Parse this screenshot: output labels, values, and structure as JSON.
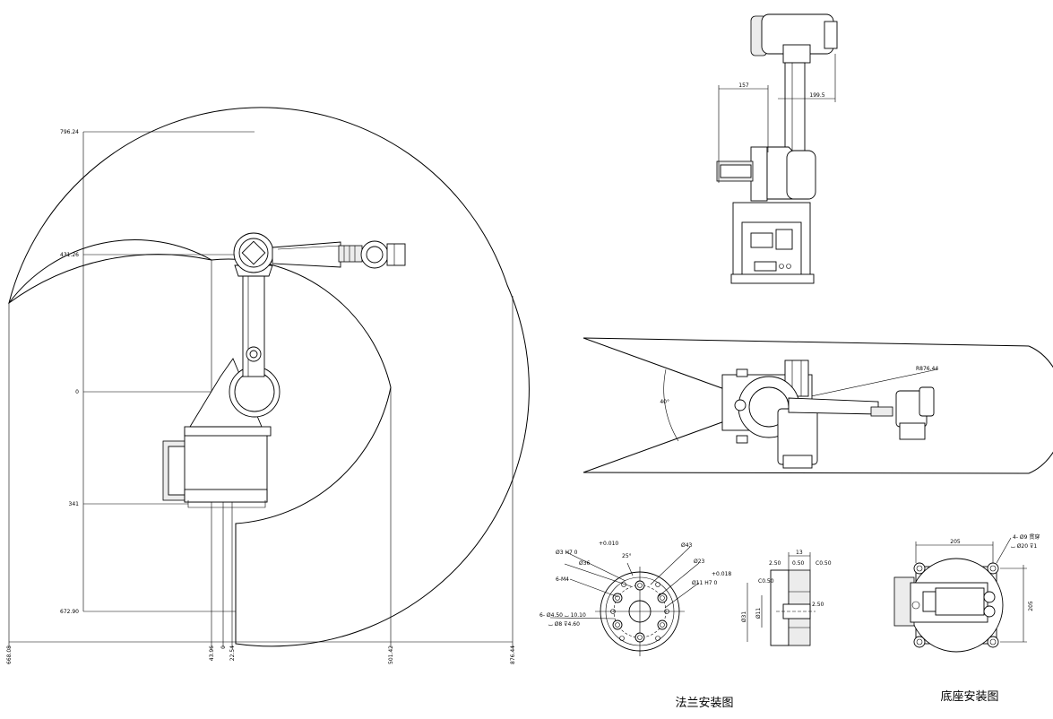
{
  "side_view": {
    "y_labels": {
      "top": "796.24",
      "wrist": "431.26",
      "origin": "0",
      "base": "341",
      "bottom": "672.90"
    },
    "x_labels": {
      "left": "668.08",
      "a": "43.96",
      "b": "0",
      "c": "22.54",
      "d": "501.42",
      "right": "876.44"
    }
  },
  "front_view": {
    "left_dim": "157",
    "right_dim": "199.5"
  },
  "top_view": {
    "radius": "R876.44",
    "angle": "40°"
  },
  "flange": {
    "caption": "法兰安装图",
    "labels": {
      "bore_tol": "+0.010",
      "bore": "Ø3 H7  0",
      "angle": "25°",
      "pcd_outer": "Ø43",
      "pcd_inner": "Ø36",
      "pcd_small": "Ø23",
      "thread": "6-M4",
      "pin_tol": "+0.018",
      "pin": "Ø11 H7  0",
      "cbore": "6- Ø4.50 ⌴ 10.10",
      "cbore2": "⌴ Ø8 ⊽4.60",
      "side_13": "13",
      "side_250a": "2.50",
      "side_050a": "0.50",
      "side_c050": "C0.50",
      "side_c050b": "C0.50",
      "side_250b": "2.50",
      "side_d31": "Ø31",
      "side_d11": "Ø11"
    }
  },
  "base": {
    "caption": "底座安装图",
    "labels": {
      "width": "205",
      "height": "205",
      "hole": "4- Ø9 贯穿",
      "hole2": "⌴ Ø20 ⊽1"
    }
  }
}
